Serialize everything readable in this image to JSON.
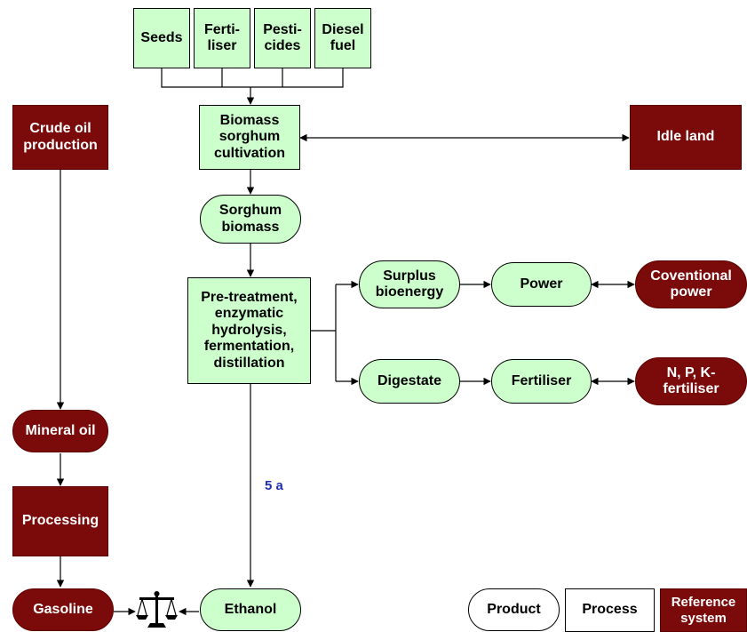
{
  "nodes": {
    "seeds": "Seeds",
    "fertiliser_input": "Ferti-\nliser",
    "pesticides": "Pesti-\ncides",
    "diesel_fuel": "Diesel\nfuel",
    "biomass_cultivation": "Biomass\nsorghum\ncultivation",
    "idle_land": "Idle land",
    "crude_oil_production": "Crude oil\nproduction",
    "sorghum_biomass": "Sorghum\nbiomass",
    "pretreatment": "Pre-treatment,\nenzymatic\nhydrolysis,\nfermentation,\ndistillation",
    "surplus_bioenergy": "Surplus\nbioenergy",
    "power": "Power",
    "conventional_power": "Coventional\npower",
    "digestate": "Digestate",
    "fertiliser_product": "Fertiliser",
    "npk_fertiliser": "N, P, K-\nfertiliser",
    "mineral_oil": "Mineral oil",
    "processing": "Processing",
    "gasoline": "Gasoline",
    "ethanol": "Ethanol"
  },
  "annotation": "5 a",
  "balance_icon": "balance-scale-icon",
  "legend": {
    "product": "Product",
    "process": "Process",
    "reference": "Reference\nsystem"
  },
  "colors": {
    "process_fill": "#ccffcc",
    "reference_fill": "#7b0a0a",
    "annotation_text": "#1f2fb0"
  }
}
